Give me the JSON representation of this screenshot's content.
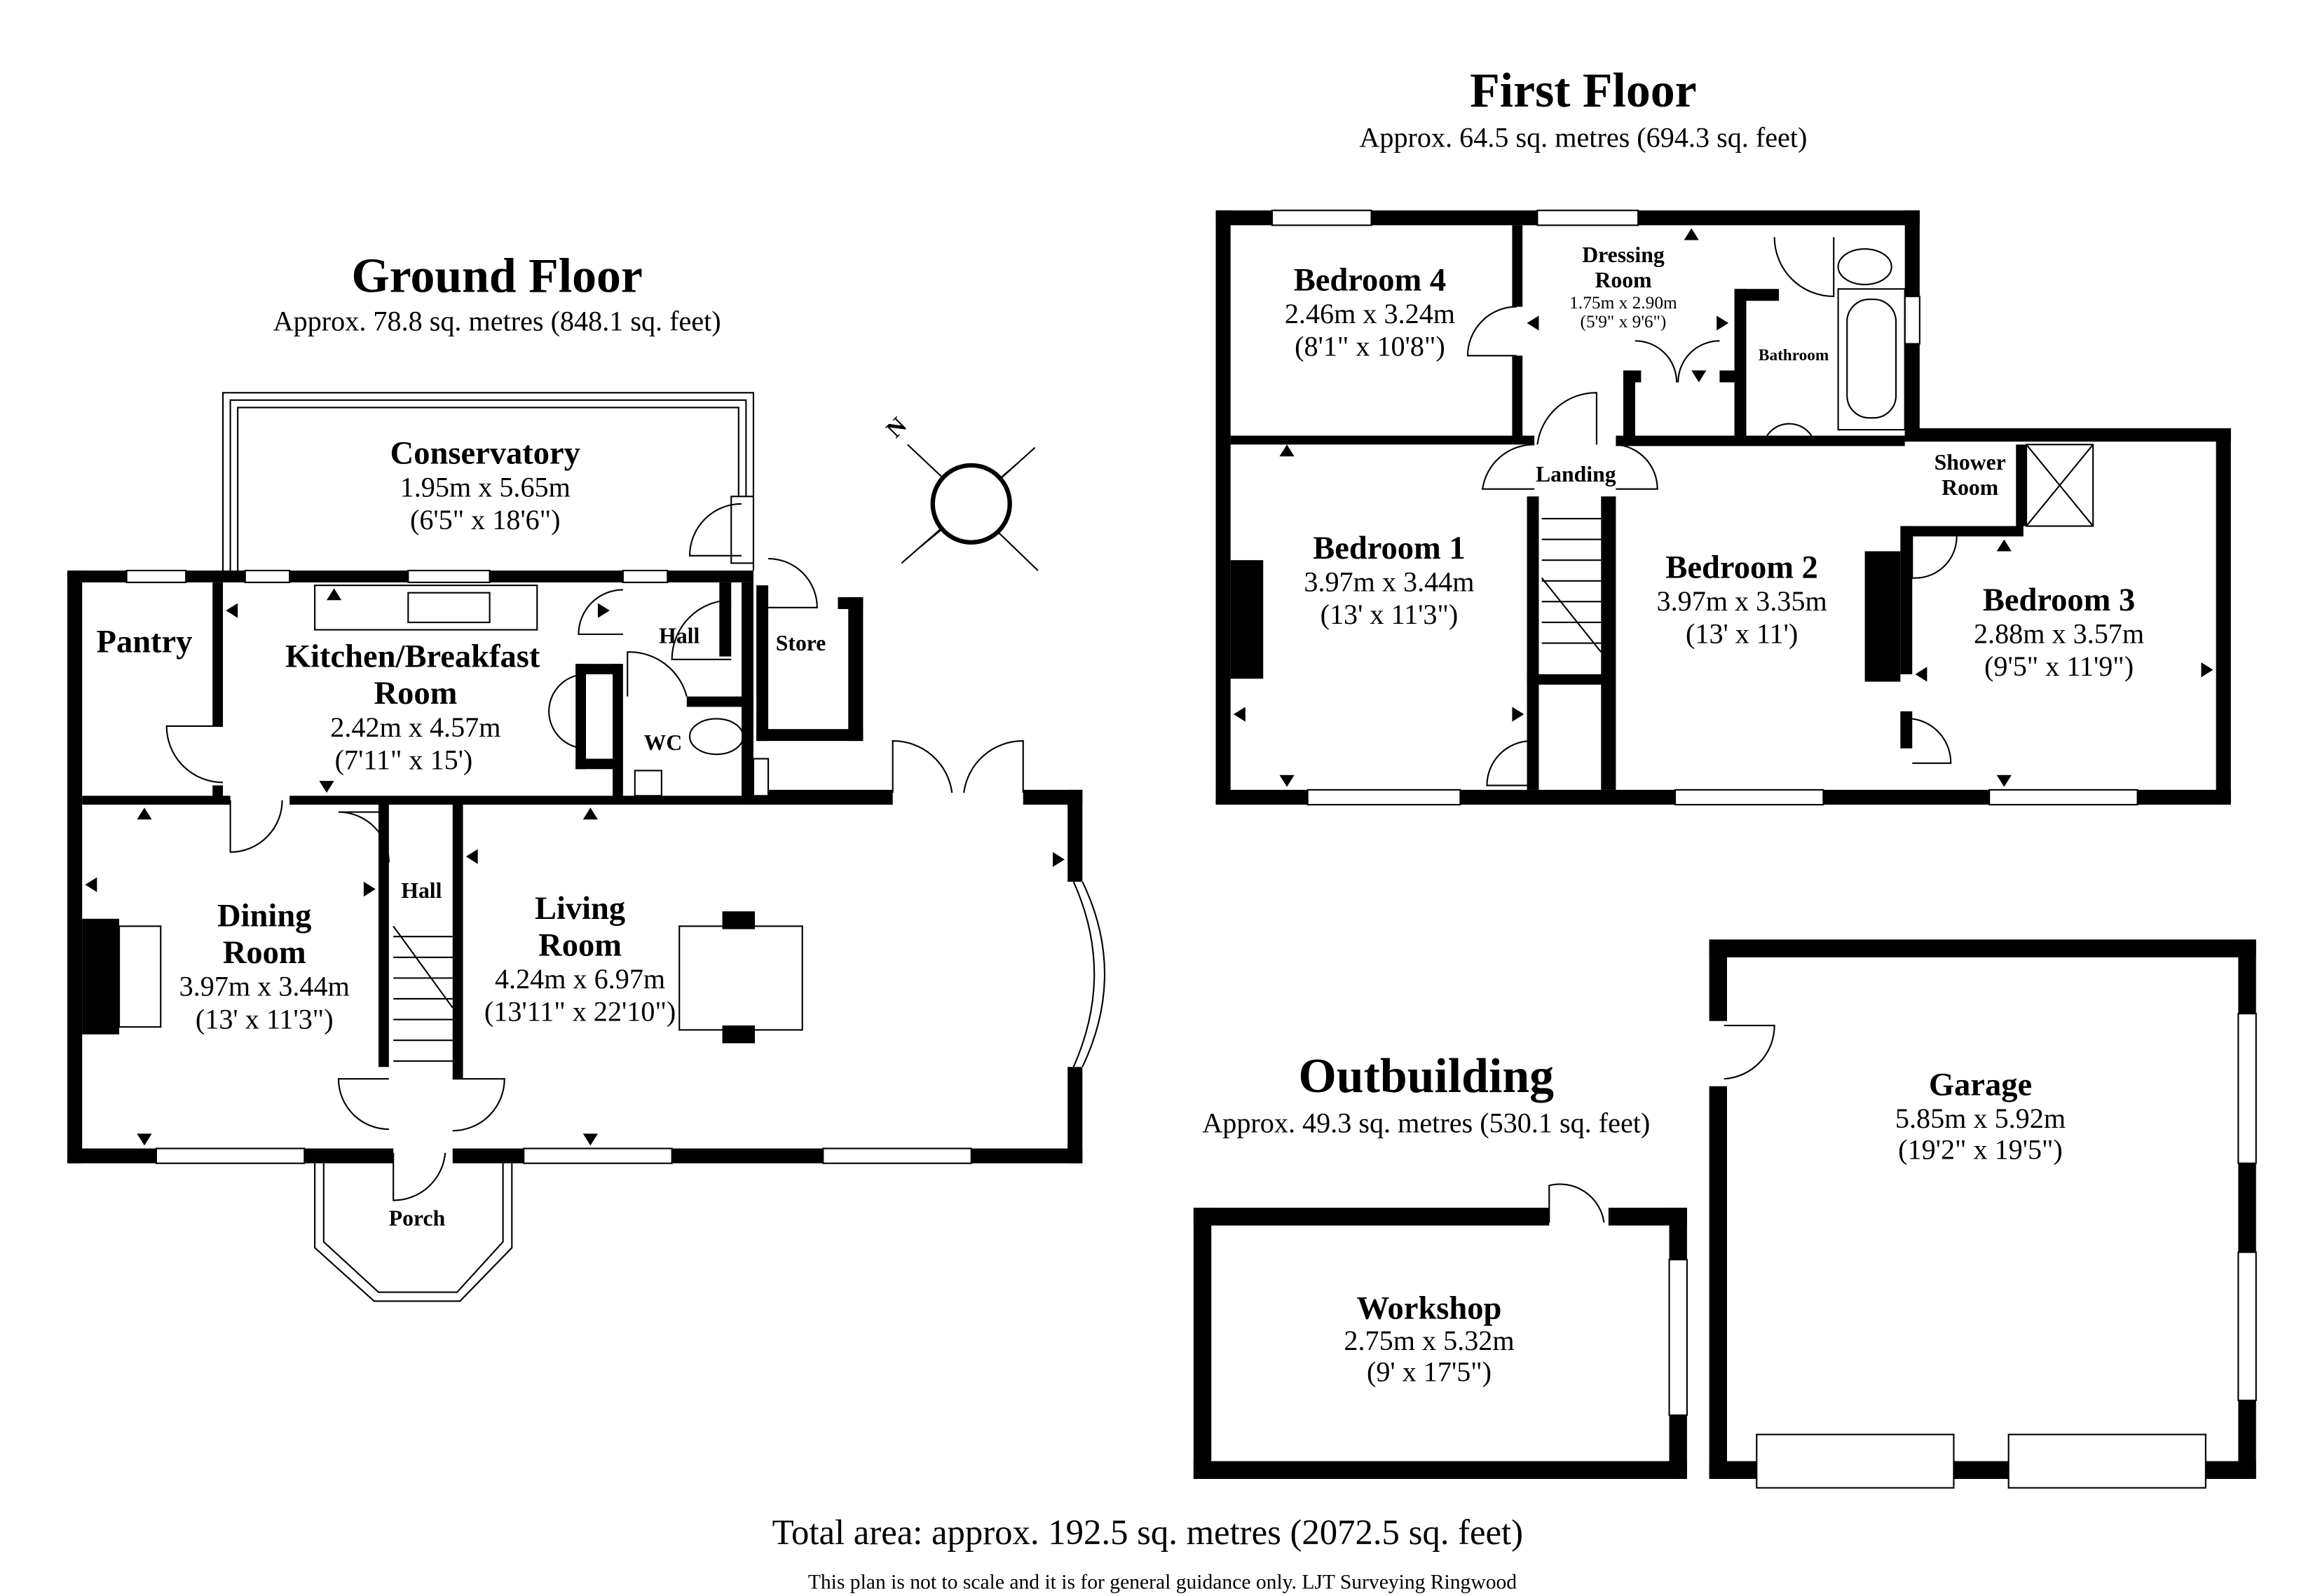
{
  "ground_floor": {
    "title": "Ground Floor",
    "area": "Approx. 78.8 sq. metres (848.1 sq. feet)",
    "rooms": {
      "conservatory": {
        "name": "Conservatory",
        "metric": "1.95m x 5.65m",
        "imperial": "(6'5\" x 18'6\")"
      },
      "pantry": {
        "name": "Pantry"
      },
      "kitchen": {
        "name1": "Kitchen/Breakfast",
        "name2": "Room",
        "metric": "2.42m x 4.57m",
        "imperial": "(7'11\" x 15')"
      },
      "hall_upper": {
        "name": "Hall"
      },
      "store": {
        "name": "Store"
      },
      "wc": {
        "name": "WC"
      },
      "dining": {
        "name1": "Dining",
        "name2": "Room",
        "metric": "3.97m x 3.44m",
        "imperial": "(13' x 11'3\")"
      },
      "hall_lower": {
        "name": "Hall"
      },
      "living": {
        "name1": "Living",
        "name2": "Room",
        "metric": "4.24m x 6.97m",
        "imperial": "(13'11\" x 22'10\")"
      },
      "porch": {
        "name": "Porch"
      }
    }
  },
  "first_floor": {
    "title": "First Floor",
    "area": "Approx. 64.5 sq. metres (694.3 sq. feet)",
    "rooms": {
      "bedroom4": {
        "name": "Bedroom 4",
        "metric": "2.46m x 3.24m",
        "imperial": "(8'1\" x 10'8\")"
      },
      "dressing": {
        "name1": "Dressing",
        "name2": "Room",
        "metric": "1.75m x 2.90m",
        "imperial": "(5'9\" x 9'6\")"
      },
      "bathroom": {
        "name": "Bathroom"
      },
      "landing": {
        "name": "Landing"
      },
      "shower": {
        "name1": "Shower",
        "name2": "Room"
      },
      "bedroom1": {
        "name": "Bedroom 1",
        "metric": "3.97m x 3.44m",
        "imperial": "(13' x 11'3\")"
      },
      "bedroom2": {
        "name": "Bedroom 2",
        "metric": "3.97m x 3.35m",
        "imperial": "(13' x 11')"
      },
      "bedroom3": {
        "name": "Bedroom 3",
        "metric": "2.88m x 3.57m",
        "imperial": "(9'5\" x 11'9\")"
      }
    }
  },
  "outbuilding": {
    "title": "Outbuilding",
    "area": "Approx. 49.3 sq. metres (530.1 sq. feet)",
    "rooms": {
      "workshop": {
        "name": "Workshop",
        "metric": "2.75m x 5.32m",
        "imperial": "(9' x 17'5\")"
      },
      "garage": {
        "name": "Garage",
        "metric": "5.85m x 5.92m",
        "imperial": "(19'2\" x 19'5\")"
      }
    }
  },
  "compass": {
    "label": "N",
    "icon": "compass-rose-icon"
  },
  "footer": {
    "total": "Total area: approx. 192.5 sq. metres (2072.5 sq. feet)",
    "disclaimer": "This plan is not to scale and it is for general guidance only. LJT Surveying Ringwood"
  }
}
